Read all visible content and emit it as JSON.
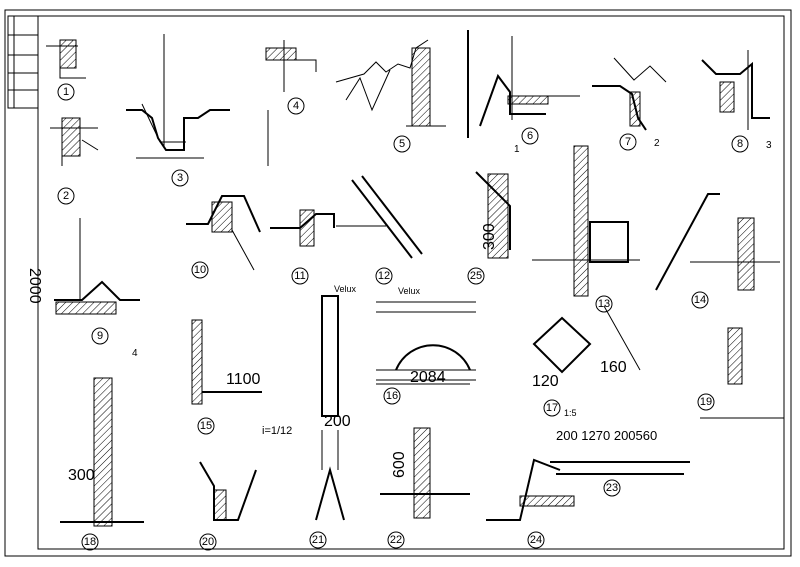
{
  "sheet": {
    "colors": {
      "ink": "#000000",
      "paper": "#ffffff"
    },
    "details": [
      {
        "id": "detail-1",
        "label": "1"
      },
      {
        "id": "detail-2",
        "label": "2"
      },
      {
        "id": "detail-3",
        "label": "3"
      },
      {
        "id": "detail-4",
        "label": "4"
      },
      {
        "id": "detail-5",
        "label": "5"
      },
      {
        "id": "detail-6",
        "label": "6"
      },
      {
        "id": "detail-7",
        "label": "7"
      },
      {
        "id": "detail-8",
        "label": "8"
      },
      {
        "id": "detail-9",
        "label": "9"
      },
      {
        "id": "detail-10",
        "label": "10"
      },
      {
        "id": "detail-11",
        "label": "11"
      },
      {
        "id": "detail-12",
        "label": "12"
      },
      {
        "id": "detail-13",
        "label": "13"
      },
      {
        "id": "detail-14",
        "label": "14"
      },
      {
        "id": "detail-15",
        "label": "15"
      },
      {
        "id": "detail-16",
        "label": "16"
      },
      {
        "id": "detail-17",
        "label": "17"
      },
      {
        "id": "detail-18",
        "label": "18"
      },
      {
        "id": "detail-19",
        "label": "19"
      },
      {
        "id": "detail-20",
        "label": "20"
      },
      {
        "id": "detail-21",
        "label": "21"
      },
      {
        "id": "detail-22",
        "label": "22"
      },
      {
        "id": "detail-23",
        "label": "23"
      },
      {
        "id": "detail-24",
        "label": "24"
      },
      {
        "id": "detail-25",
        "label": "25"
      }
    ],
    "annotations": {
      "velux_left": "Velux",
      "velux_right": "Velux",
      "slope": "i=1/12",
      "scale": "1:5",
      "dim_2084": "2084",
      "dim_2000": "2000",
      "dim_300a": "300",
      "dim_300b": "300",
      "dim_1100": "1100",
      "dim_600": "600",
      "dim_200": "200",
      "dim_row": "200 1270 200560",
      "dim_120": "120",
      "dim_160": "160",
      "note_a": "2",
      "note_b": "3",
      "note_c": "4",
      "note_d": "1"
    }
  }
}
